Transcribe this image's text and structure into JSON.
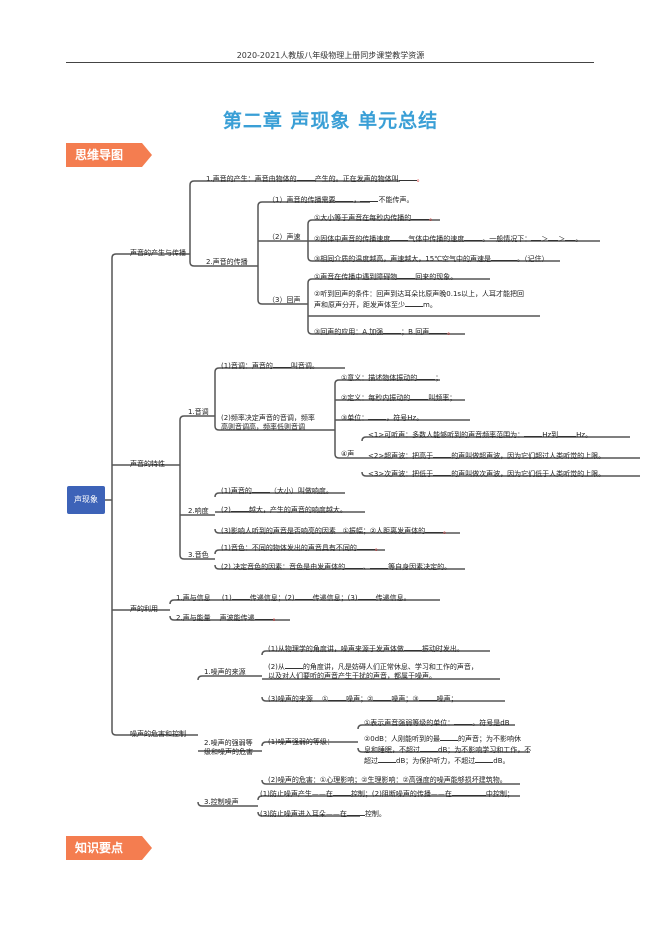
{
  "header": {
    "text": "2020-2021人教版八年级物理上册同步课堂教学资源"
  },
  "title": "第二章  声现象  单元总结",
  "tags": {
    "mindmap": "思维导图",
    "knowledge": "知识要点"
  },
  "root": "声现象",
  "branches": {
    "b1": "声音的产生与传播",
    "b2": "声音的特性",
    "b3": "声的利用",
    "b4": "噪声的危害和控制"
  },
  "n": {
    "a1": "1.声音的产生：声音由物体的",
    "a1b": "产生的。正在发声的物体叫",
    "a1c": "。",
    "a2": "2.声音的传播",
    "a21": "（1）声音的传播需要",
    "a21b": "，",
    "a21c": "不能传声。",
    "a22": "（2）声速",
    "a221": "①大小等于声音在每秒内传播的",
    "a221b": "。",
    "a222": "②固体中声音的传播速度",
    "a222b": "气体中传播的速度",
    "a222c": "。一般情况下：",
    "a222d": "＞",
    "a222e": "＞",
    "a222f": "。",
    "a223": "③相同介质的温度越高，声速越大，15℃空气中的声速是",
    "a223b": "。（记住）",
    "a23": "（3）回声",
    "a231": "①声音在传播中遇到障碍物",
    "a231b": "回来的现象。",
    "a232": "②听到回声的条件：回声到达耳朵比原声晚0.1s以上，人耳才能把回",
    "a232b": "声和原声分开，距发声体至少",
    "a232c": "m。",
    "a233": "③回声的应用：A.加强",
    "a233b": "；B.回声",
    "a233c": "。",
    "p1": "1.音调",
    "p11": "(1)音调：声音的",
    "p11b": "叫音调。",
    "p12": "(2)频率决定声音的音调，频率",
    "p12b": "高则音调高，频率低则音调",
    "p121": "①意义：描述物体振动的",
    "p121b": "；",
    "p122": "②定义：每秒内振动的",
    "p122b": "叫频率；",
    "p123": "③单位：",
    "p123b": "，符号Hz。",
    "p124": "④声",
    "p1241": "<1>可听声：多数人能够听到的声音频率范围为：",
    "p1241b": "Hz到",
    "p1241c": "Hz。",
    "p1242": "<2>超声波：把高于",
    "p1242b": "的声叫做超声波，因为它们超过人类听觉的上限。",
    "p1243": "<3>次声波：把低于",
    "p1243b": "的声叫做次声波，因为它们低于人类听觉的上限。",
    "p2": "2.响度",
    "p21": "(1)声音的",
    "p21b": "（大小）叫做响度。",
    "p22": "(2)",
    "p22b": "越大，产生的声音的响度越大。",
    "p23": "(3)影响人听到的声音是否响亮的因素",
    "p23b": "①振幅；②人距离发声体的",
    "p23c": "。",
    "p3": "3.音色",
    "p31": "(1)音色：不同的物体发出的声音具有不同的",
    "p31b": "。",
    "p32": "(2) 决定音色的因素：音色是由发声体的",
    "p32b": "、",
    "p32c": "等自身因素决定的。",
    "u1": "1.声与信息",
    "u1b": "(1)",
    "u1c": "传递信息；(2)",
    "u1d": "传递信息；(3)",
    "u1e": "传递信息。",
    "u2": "2.声与能量",
    "u2b": "声波能传递",
    "u2c": "。",
    "z1": "1.噪声的来源",
    "z11": "(1)从物理学的角度讲，噪声来源于发声体做",
    "z11b": "振动时发出。",
    "z12": "(2)从",
    "z12b": "的角度讲，凡是妨碍人们正常休息、学习和工作的声音，",
    "z12c": "以及对人们要听的声音产生干扰的声音，都属于噪声。",
    "z13": "(3)噪声的来源",
    "z13b": "①",
    "z13c": "噪声；②",
    "z13d": "噪声；③",
    "z13e": "噪声；",
    "z2": "2.噪声的强弱等",
    "z2b": "级和噪声的危害",
    "z21": "(1)噪声强弱的等级：",
    "z211": "①表示声音强弱等级的单位：",
    "z211b": "。符号是dB",
    "z212": "②0dB：人刚能听到的最",
    "z212b": "的声音；为不影响休",
    "z212c": "息和睡眠，不超过",
    "z212d": "dB；为不影响学习和工作，不",
    "z212e": "超过",
    "z212f": "dB；为保护听力，不超过",
    "z212g": "dB。",
    "z22": "(2)噪声的危害：①心理影响；②生理影响：②高强度的噪声能够损坏建筑物。",
    "z3": "3.控制噪声",
    "z31": "(1)防止噪声产生——在",
    "z31b": "控制；(2)阻断噪声的传播——在",
    "z31c": "中控制；",
    "z32": "(3)防止噪声进入耳朵——在",
    "z32b": "控制。"
  }
}
